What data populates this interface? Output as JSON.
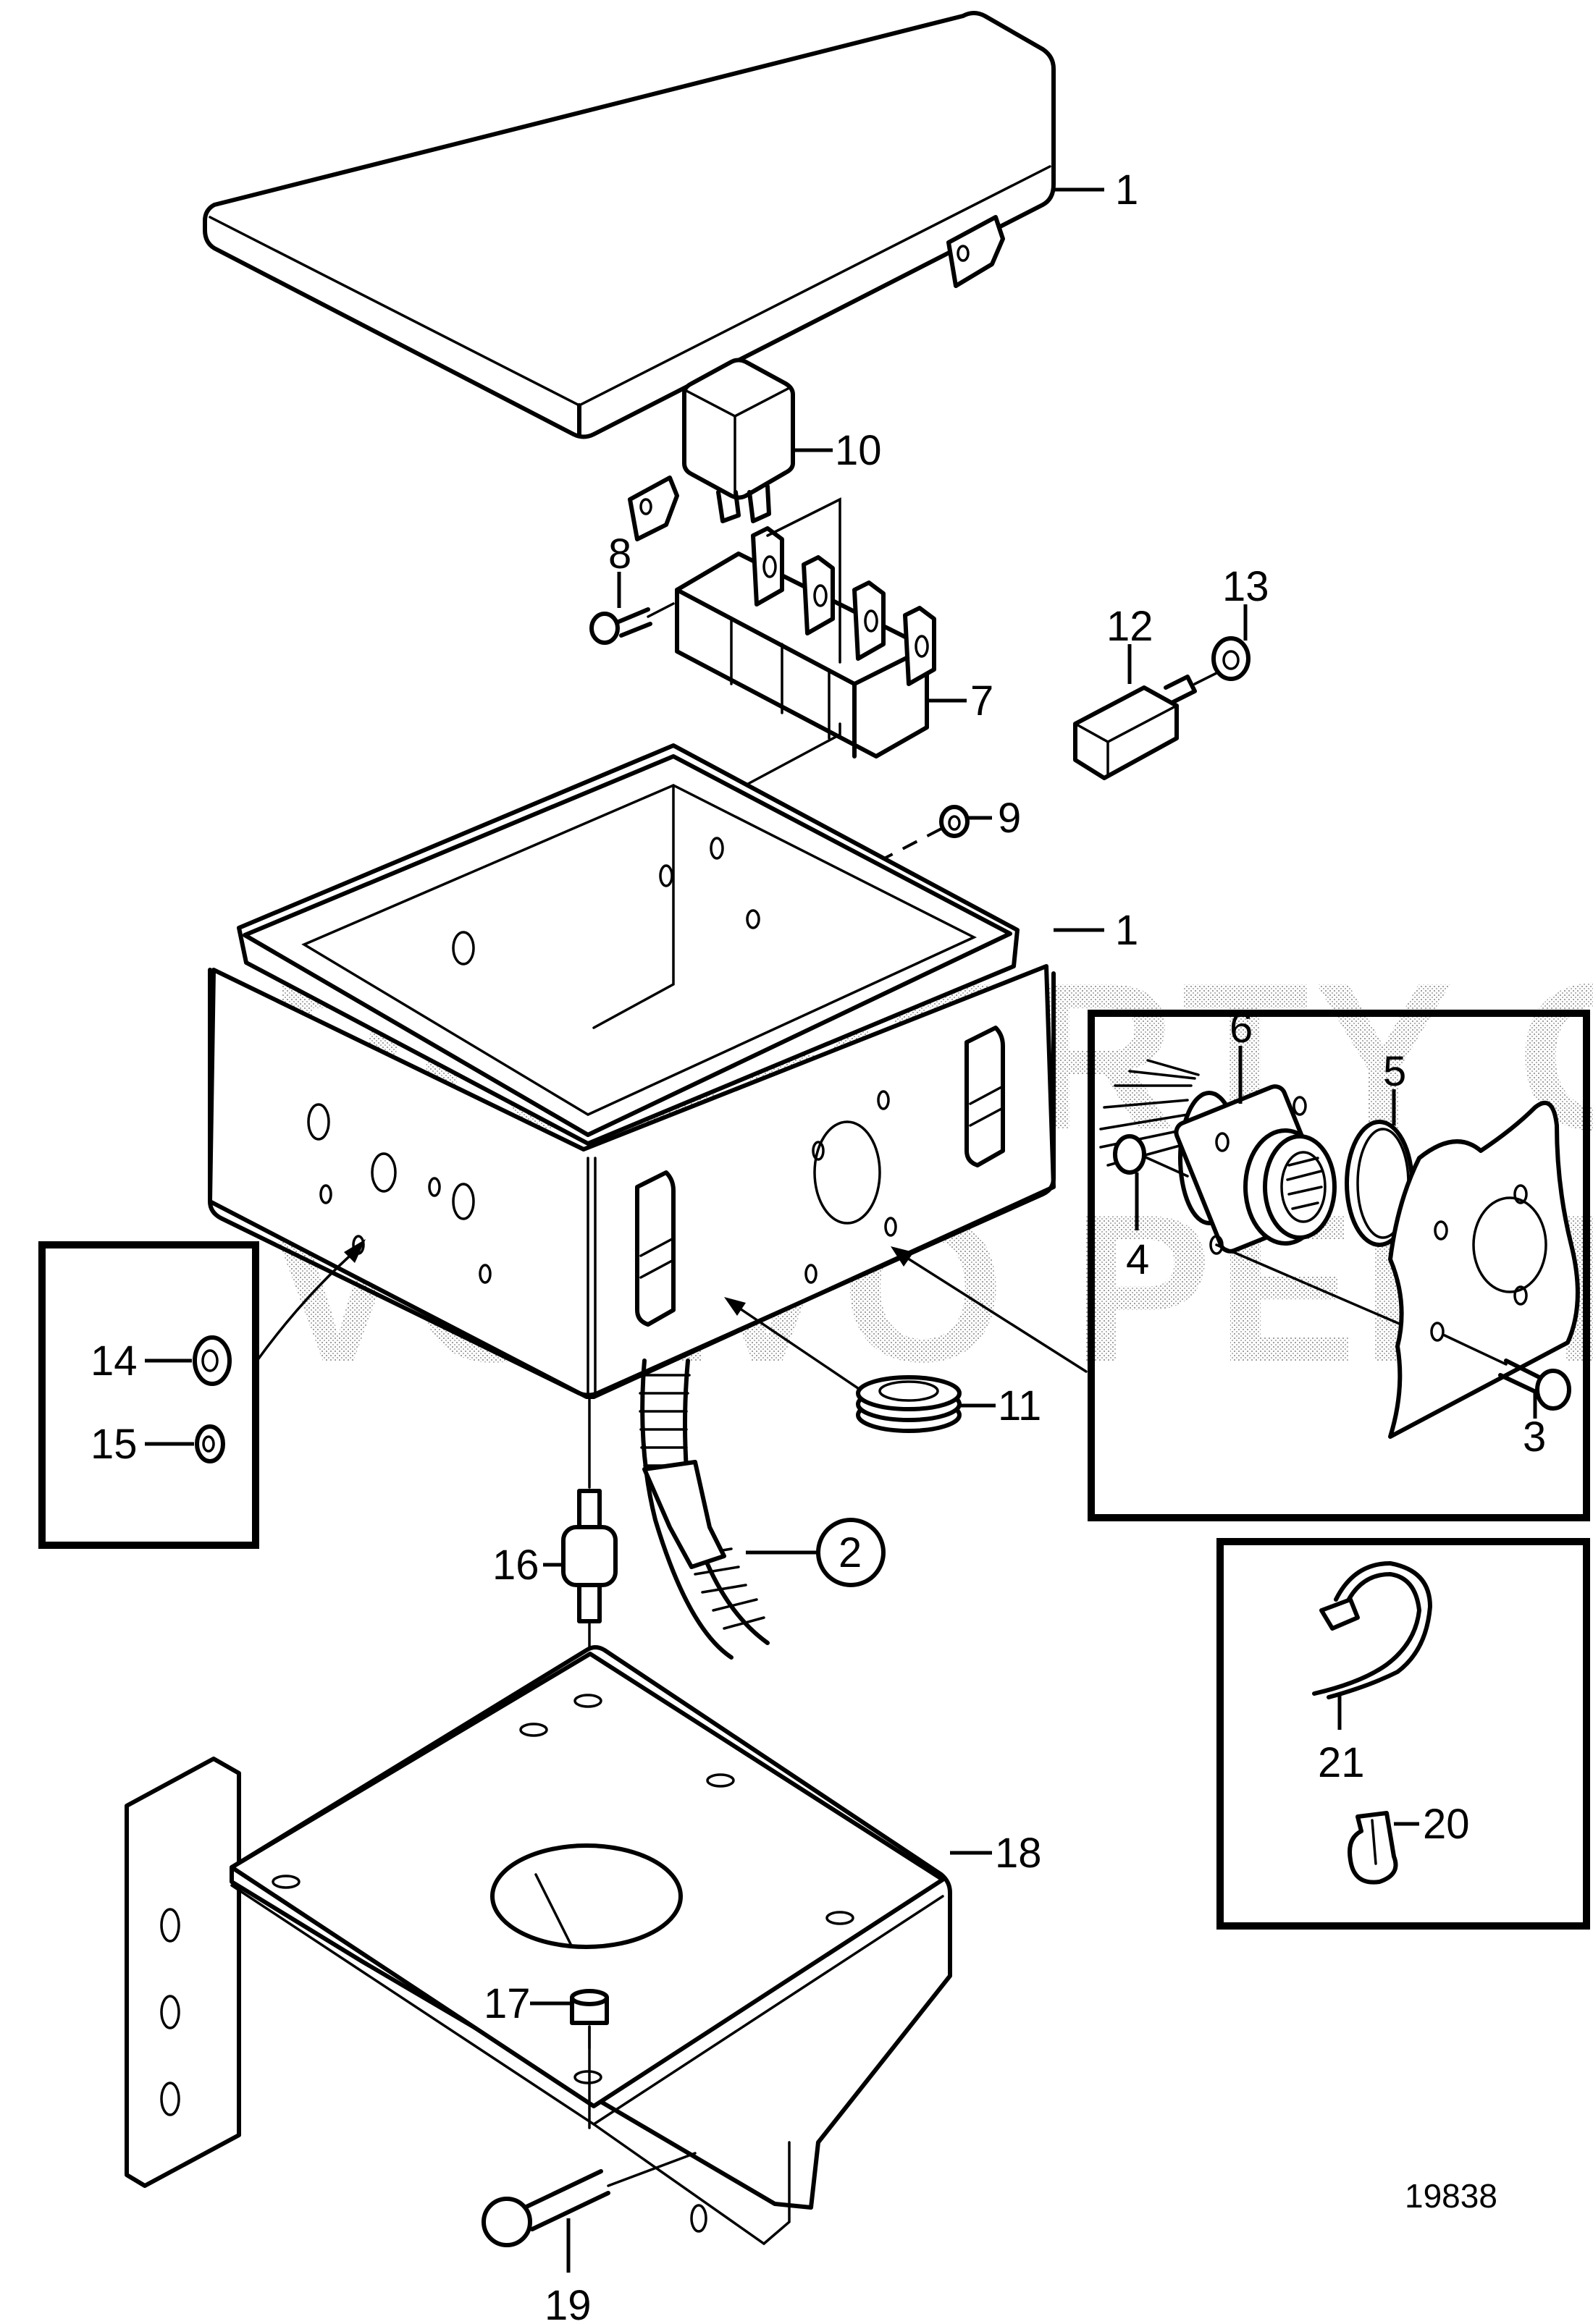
{
  "diagram": {
    "title": "Exploded parts view: electrical junction box assembly",
    "reference_number": "19838",
    "watermark": {
      "line1": "PROPERTY OF",
      "line2": "VOLVO PENTA"
    },
    "parts": [
      {
        "id": "1a",
        "number": "1",
        "name": "Cover (lid)"
      },
      {
        "id": "1b",
        "number": "1",
        "name": "Junction box housing"
      },
      {
        "id": "2",
        "number": "2",
        "name": "Cable harness with conduit",
        "circled": true
      },
      {
        "id": "3",
        "number": "3",
        "name": "Screw"
      },
      {
        "id": "4",
        "number": "4",
        "name": "Nut"
      },
      {
        "id": "5",
        "number": "5",
        "name": "Sealing ring"
      },
      {
        "id": "6",
        "number": "6",
        "name": "Connector"
      },
      {
        "id": "7",
        "number": "7",
        "name": "Fuse holder block"
      },
      {
        "id": "8",
        "number": "8",
        "name": "Screw"
      },
      {
        "id": "9",
        "number": "9",
        "name": "Nut"
      },
      {
        "id": "10",
        "number": "10",
        "name": "Relay"
      },
      {
        "id": "11",
        "number": "11",
        "name": "Grommet"
      },
      {
        "id": "12",
        "number": "12",
        "name": "Component with threaded stud"
      },
      {
        "id": "13",
        "number": "13",
        "name": "Nut"
      },
      {
        "id": "14",
        "number": "14",
        "name": "Grommet, large"
      },
      {
        "id": "15",
        "number": "15",
        "name": "Grommet, small"
      },
      {
        "id": "16",
        "number": "16",
        "name": "Rubber mount"
      },
      {
        "id": "17",
        "number": "17",
        "name": "Nut"
      },
      {
        "id": "18",
        "number": "18",
        "name": "Bracket"
      },
      {
        "id": "19",
        "number": "19",
        "name": "Flange bolt"
      },
      {
        "id": "20",
        "number": "20",
        "name": "Cable clip"
      },
      {
        "id": "21",
        "number": "21",
        "name": "Cable tie"
      }
    ],
    "insets": [
      {
        "id": "grommets",
        "parts": [
          "14",
          "15"
        ]
      },
      {
        "id": "connector",
        "parts": [
          "6",
          "5",
          "4",
          "3"
        ]
      },
      {
        "id": "cable-fixing",
        "parts": [
          "21",
          "20"
        ]
      }
    ]
  }
}
